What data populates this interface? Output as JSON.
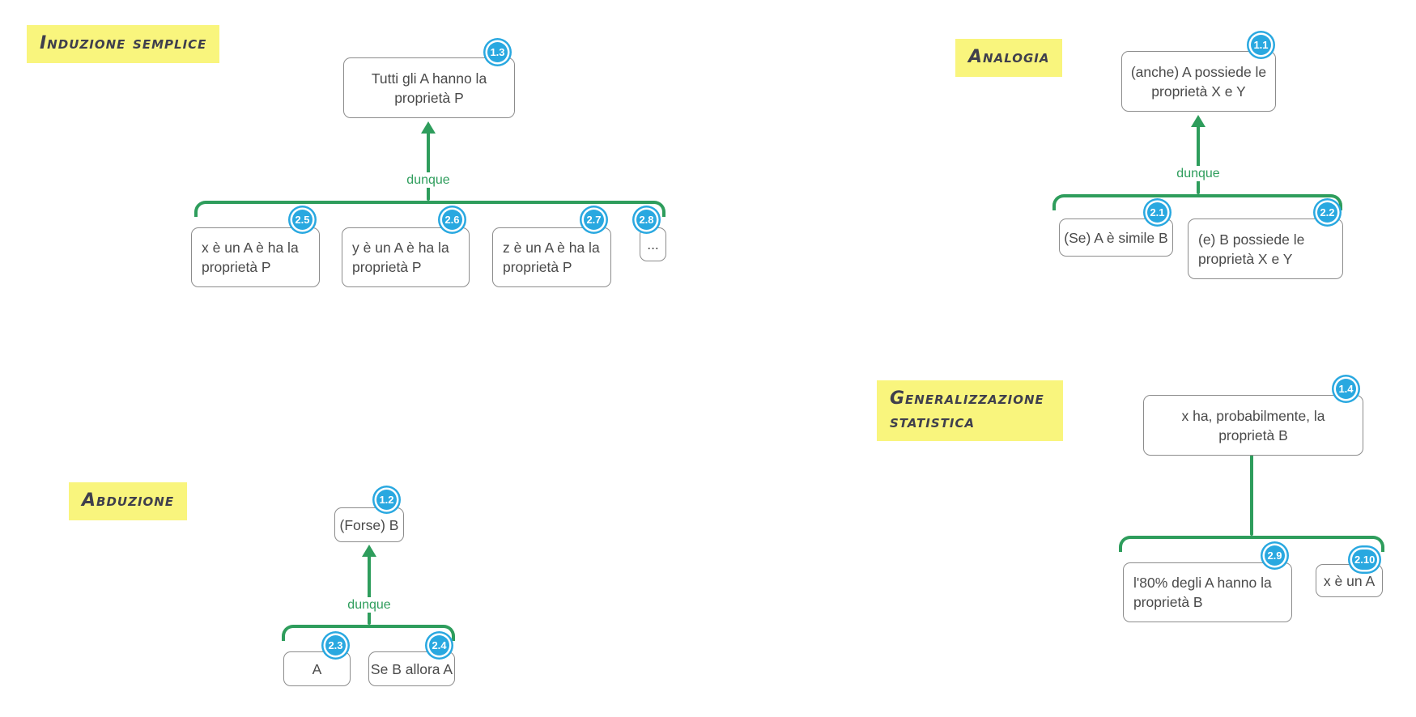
{
  "colors": {
    "connector_green": "#2e9d5c",
    "badge_blue": "#29a8e0",
    "highlight_yellow": "#f9f57d",
    "label_text": "#3f3f4d",
    "node_text": "#4a4a4a",
    "node_border": "#8c8c8c"
  },
  "sections": {
    "induzione": {
      "label": "Induzione semplice",
      "connector_label": "dunque",
      "conclusion": {
        "badge": "1.3",
        "text": "Tutti gli A hanno la proprietà P"
      },
      "premises": [
        {
          "badge": "2.5",
          "text": "x è un A è ha la proprietà P"
        },
        {
          "badge": "2.6",
          "text": "y è un A è ha la proprietà P"
        },
        {
          "badge": "2.7",
          "text": "z è un A è ha la proprietà P"
        },
        {
          "badge": "2.8",
          "text": "..."
        }
      ]
    },
    "analogia": {
      "label": "Analogia",
      "connector_label": "dunque",
      "conclusion": {
        "badge": "1.1",
        "text": "(anche) A possiede le proprietà X e Y"
      },
      "premises": [
        {
          "badge": "2.1",
          "text": "(Se) A è simile B"
        },
        {
          "badge": "2.2",
          "text": "(e) B possiede le proprietà X e Y"
        }
      ]
    },
    "abduzione": {
      "label": "Abduzione",
      "connector_label": "dunque",
      "conclusion": {
        "badge": "1.2",
        "text": "(Forse) B"
      },
      "premises": [
        {
          "badge": "2.3",
          "text": "A"
        },
        {
          "badge": "2.4",
          "text": "Se B allora A"
        }
      ]
    },
    "generalizzazione": {
      "label": "Generalizzazione statistica",
      "conclusion": {
        "badge": "1.4",
        "text": "x ha, probabilmente, la proprietà B"
      },
      "premises": [
        {
          "badge": "2.9",
          "text": "l'80% degli A hanno la proprietà B"
        },
        {
          "badge": "2.10",
          "text": "x è un A"
        }
      ]
    }
  }
}
